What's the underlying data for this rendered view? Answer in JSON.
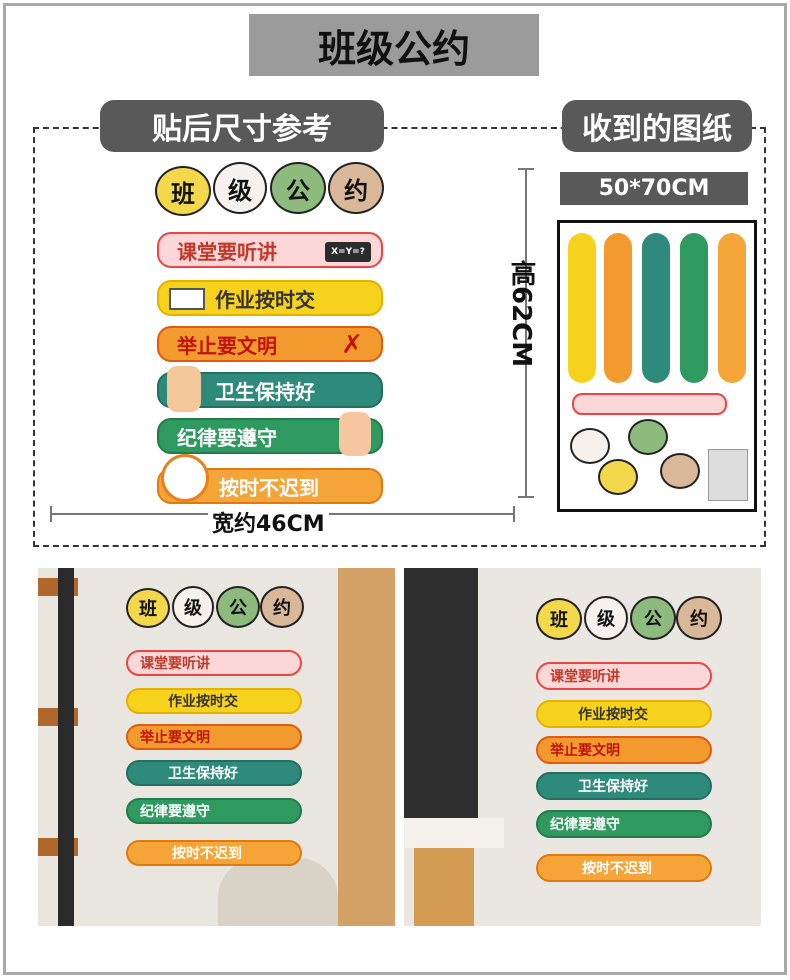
{
  "title": "班级公约",
  "labels": {
    "after_size": "贴后尺寸参考",
    "received": "收到的图纸",
    "sheet_size": "50*70CM",
    "height": "高62CM",
    "width": "宽约46CM"
  },
  "heading_chars": [
    "班",
    "级",
    "公",
    "约"
  ],
  "rules": [
    {
      "text": "课堂要听讲",
      "tag": "X=Y=?"
    },
    {
      "text": "作业按时交"
    },
    {
      "text": "举止要文明"
    },
    {
      "text": "卫生保持好"
    },
    {
      "text": "纪律要遵守"
    },
    {
      "text": "按时不迟到"
    }
  ]
}
